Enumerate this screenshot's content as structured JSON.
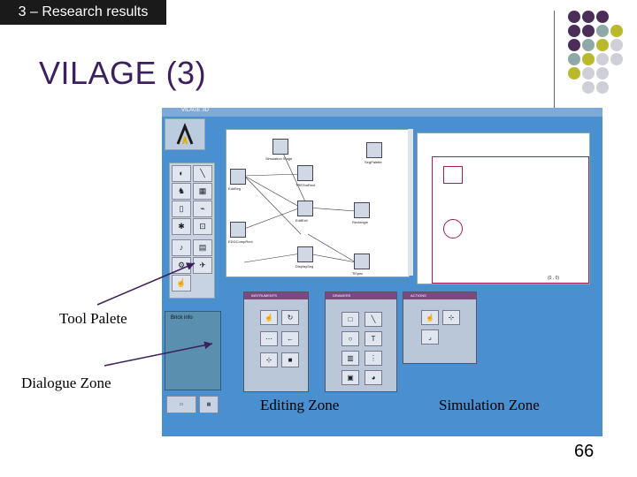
{
  "header": {
    "section_tag": "3 – Research results",
    "title": "VILAGE (3)"
  },
  "decor": {
    "dot_colors": {
      "purple": "#4b2d5a",
      "teal": "#8fa8a8",
      "olive": "#b8b92b",
      "grey": "#cfcfd8"
    }
  },
  "app": {
    "window_title": "VILAGE 3D",
    "dialog_label": "Brick info",
    "sim_coords": "(0 , 0)",
    "editor_nodes": {
      "n1": "Simulation Stage",
      "n2": "SegPalette",
      "n3": "TRESmRect",
      "n4": "Rectangle",
      "n5": "EditSeg",
      "n6": "EDGCompRect",
      "n7": "EdifExit",
      "n8": "DisplaySeg",
      "n9": "TiSpec"
    },
    "subwindows": {
      "instruments": "INSTRUMENTS",
      "drawers": "DRAWERS",
      "actions": "ACTIONS"
    }
  },
  "annotations": {
    "tool_palette": "Tool Palete",
    "dialogue_zone": "Dialogue Zone",
    "editing_zone": "Editing Zone",
    "simulation_zone": "Simulation Zone"
  },
  "footer": {
    "page_number": "66"
  }
}
